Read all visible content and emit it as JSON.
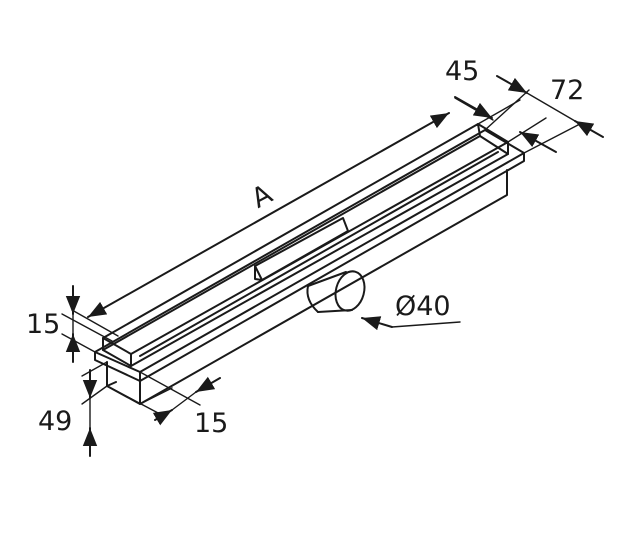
{
  "diagram": {
    "labels": {
      "length": "A",
      "width_inner": "45",
      "width_outer": "72",
      "outlet_diameter": "Ø40",
      "flange_height": "15",
      "body_height": "49",
      "flange_width": "15"
    }
  }
}
